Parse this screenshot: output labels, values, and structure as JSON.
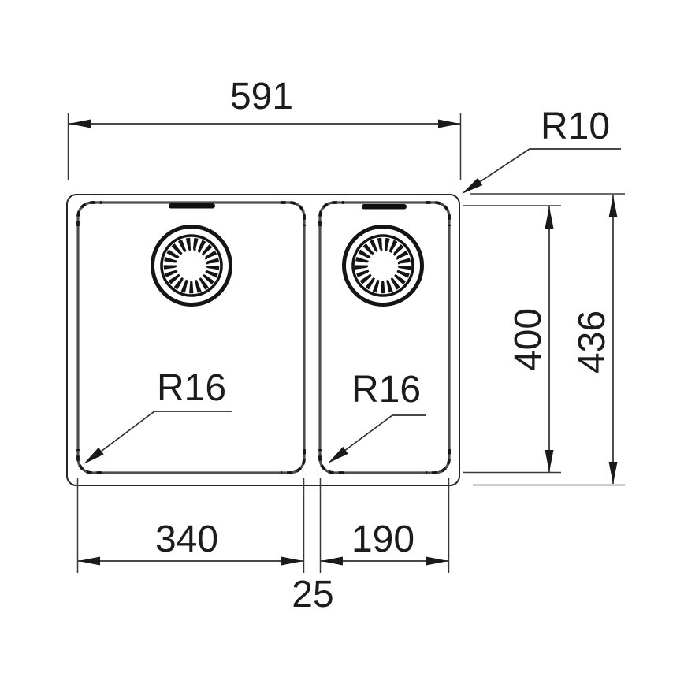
{
  "diagram": {
    "kind": "technical dimension drawing",
    "subject": "double-bowl kitchen sink, top view",
    "units": "mm",
    "dims": {
      "overall_width": "591",
      "outer_corner_radius": "R10",
      "bowl_length": "400",
      "overall_length": "436",
      "left_bowl_width": "340",
      "right_bowl_width": "190",
      "bowl_gap": "25",
      "left_bowl_corner_radius": "R16",
      "right_bowl_corner_radius": "R16"
    }
  }
}
